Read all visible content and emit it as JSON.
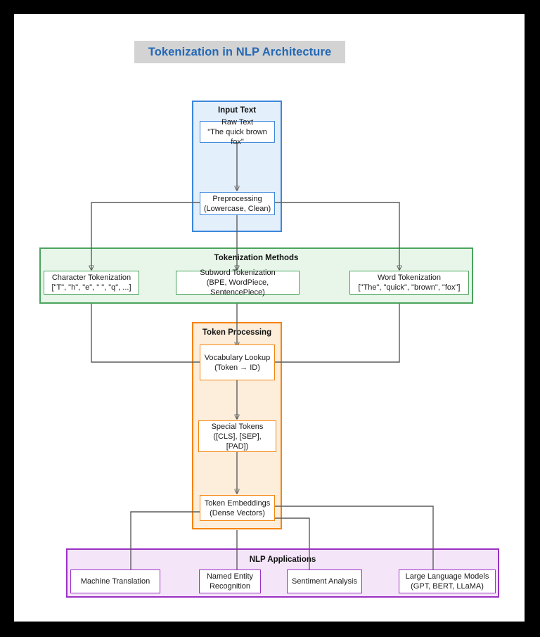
{
  "title": "Tokenization in NLP Architecture",
  "clusters": [
    {
      "id": "input",
      "label": "Input Text"
    },
    {
      "id": "methods",
      "label": "Tokenization Methods"
    },
    {
      "id": "token",
      "label": "Token Processing"
    },
    {
      "id": "apps",
      "label": "NLP Applications"
    }
  ],
  "nodes": {
    "raw_text": {
      "line1": "Raw Text",
      "line2": "\"The quick brown fox\""
    },
    "preprocessing": {
      "line1": "Preprocessing",
      "line2": "(Lowercase, Clean)"
    },
    "char_tok": {
      "line1": "Character Tokenization",
      "line2": "[\"T\", \"h\", \"e\", \" \", \"q\", ...]"
    },
    "subword_tok": {
      "line1": "Subword Tokenization",
      "line2": "(BPE, WordPiece, SentencePiece)"
    },
    "word_tok": {
      "line1": "Word Tokenization",
      "line2": "[\"The\", \"quick\", \"brown\", \"fox\"]"
    },
    "vocab_lookup": {
      "line1": "Vocabulary Lookup",
      "line2": "(Token → ID)"
    },
    "special_tokens": {
      "line1": "Special Tokens",
      "line2": "([CLS], [SEP], [PAD])"
    },
    "token_embed": {
      "line1": "Token Embeddings",
      "line2": "(Dense Vectors)"
    },
    "machine_trans": {
      "line1": "Machine Translation",
      "line2": ""
    },
    "ner": {
      "line1": "Named Entity",
      "line2": "Recognition"
    },
    "sentiment": {
      "line1": "Sentiment Analysis",
      "line2": ""
    },
    "llm": {
      "line1": "Large Language Models",
      "line2": "(GPT, BERT, LLaMA)"
    }
  },
  "colors": {
    "title_text": "#2468b5",
    "title_bg": "#d3d3d3",
    "input_border": "#3b87dc",
    "input_fill": "#e3effb",
    "methods_border": "#4aa35d",
    "methods_fill": "#e7f6e9",
    "token_border": "#f5840c",
    "token_fill": "#fdeedb",
    "apps_border": "#9b30c4",
    "apps_fill": "#f4e6f8",
    "edge": "#5c5c5c",
    "page_bg": "#ffffff",
    "outer_bg": "#000000"
  }
}
